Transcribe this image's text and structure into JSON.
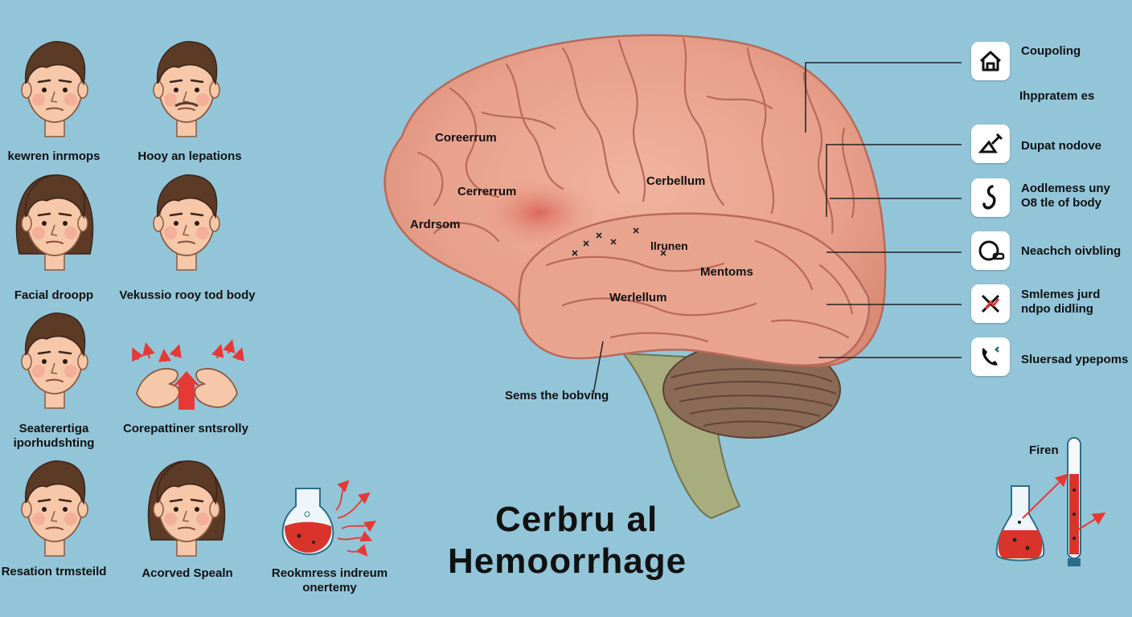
{
  "title": {
    "line1": "Cerbru al",
    "line2": "Hemoorrhage"
  },
  "patients": [
    {
      "label": "kewren inrmops"
    },
    {
      "label": "Hooy an lepations"
    },
    {
      "label": "Facial droopp"
    },
    {
      "label": "Vekussio rooy tod body"
    },
    {
      "label": "Seaterertiga iporhudshting"
    },
    {
      "label": "Corepattiner sntsrolly"
    },
    {
      "label": "Resation trmsteild"
    },
    {
      "label": "Acorved Spealn"
    }
  ],
  "flask_left": {
    "label": "Reokmress indreum onertemy"
  },
  "brain_labels": [
    {
      "text": "Coreerrum"
    },
    {
      "text": "Cerrerrum"
    },
    {
      "text": "Ardrsom"
    },
    {
      "text": "Cerbellum"
    },
    {
      "text": "llrunen"
    },
    {
      "text": "Mentoms"
    },
    {
      "text": "Werlellum"
    },
    {
      "text": "Sems the bobving"
    }
  ],
  "right_items": [
    {
      "label": "Coupoling",
      "icon": "house-icon"
    },
    {
      "label": "Ihppratem es",
      "icon": ""
    },
    {
      "label": "Dupat nodove",
      "icon": "hammer-icon"
    },
    {
      "label": "Aodlemess uny O8 tle of body",
      "icon": "hook-icon"
    },
    {
      "label": "Neachch oivbling",
      "icon": "ring-icon"
    },
    {
      "label": "Smlemes jurd ndpo didling",
      "icon": "crossed-arrow-icon"
    },
    {
      "label": "Sluersad ypepoms",
      "icon": "phone-icon"
    }
  ],
  "lab": {
    "label": "Firen"
  },
  "colors": {
    "background": "#93c5d9",
    "brain": "#e9a48f",
    "brain_fold": "#b86a5a",
    "cerebellum": "#8b6a57",
    "stem": "#a8ad7e",
    "blood": "#d9342b",
    "arrow": "#e53935",
    "skin": "#f6c7a8",
    "hair": "#5b3a26"
  }
}
